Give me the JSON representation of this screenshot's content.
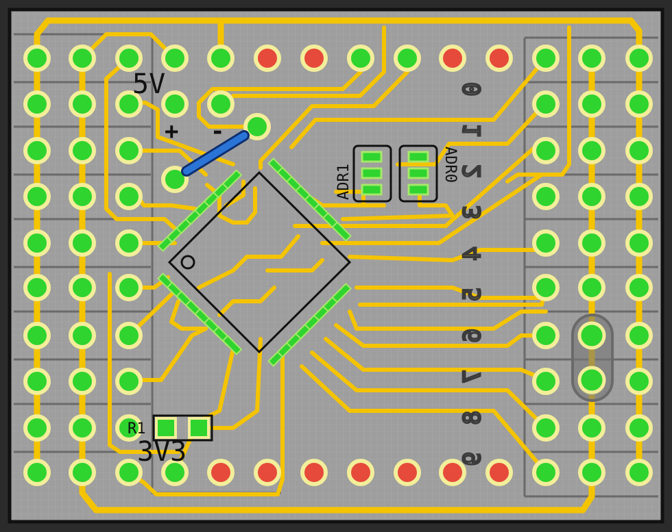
{
  "board": {
    "silk_labels": {
      "pwr_5v": "5V",
      "pwr_3v3": "3V3",
      "plus": "+",
      "minus": "-",
      "adr1": "ADR1",
      "adr0": "ADR0",
      "r1": "R1"
    },
    "right_header_labels": [
      "0",
      "1",
      "2",
      "3",
      "4",
      "5",
      "6",
      "7",
      "8",
      "9"
    ],
    "colors": {
      "background": "#2b2b2b",
      "board": "#9e9e9e",
      "trace": "#f5c400",
      "pad_active": "#2fd42f",
      "pad_inactive": "#e64a3a",
      "pad_ring": "#f3ee9a",
      "silk": "#111111",
      "jumper": "#1e64c8"
    },
    "icons": [
      "qfp-chip-icon",
      "jumper-wire-icon",
      "solder-jumper-icon",
      "resistor-footprint-icon"
    ]
  }
}
